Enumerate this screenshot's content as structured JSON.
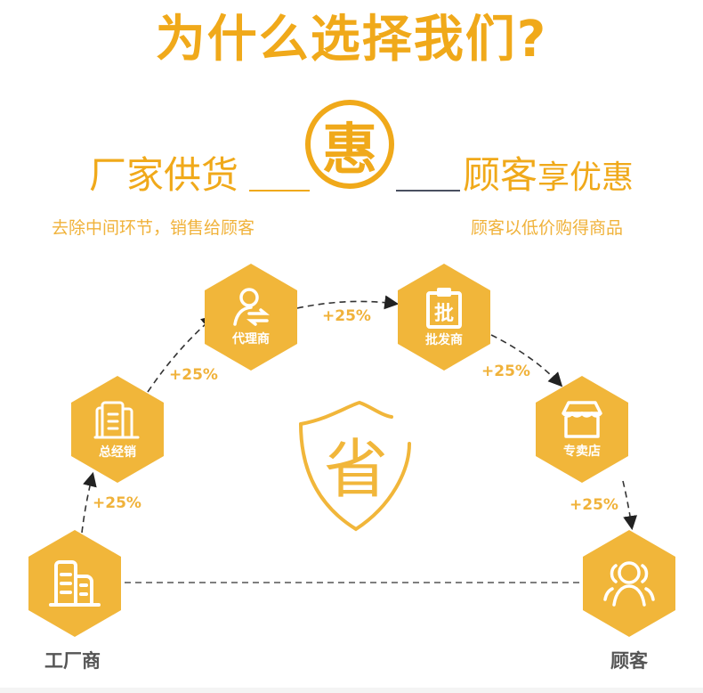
{
  "header": {
    "title": "为什么选择我们?"
  },
  "left_slogan": {
    "main": "厂家供货",
    "sub": "去除中间环节，销售给顾客"
  },
  "center_badge": {
    "char": "惠"
  },
  "right_slogan": {
    "main_a": "顾客",
    "main_b": "享优惠",
    "sub": "顾客以低价购得商品"
  },
  "center_icon": {
    "char": "省"
  },
  "nodes": [
    {
      "label": "工厂商",
      "icon": "factory-building-icon"
    },
    {
      "label": "总经销",
      "icon": "office-building-icon"
    },
    {
      "label": "代理商",
      "icon": "agent-person-exchange-icon"
    },
    {
      "label": "批发商",
      "icon": "wholesale-clipboard-icon"
    },
    {
      "label": "专卖店",
      "icon": "store-awning-icon"
    },
    {
      "label": "顾客",
      "icon": "customers-group-icon"
    }
  ],
  "markups": [
    "+25%",
    "+25%",
    "+25%",
    "+25%",
    "+25%"
  ],
  "colors": {
    "accent": "#f0a91a",
    "hex_fill": "#f1b63a",
    "dark_line": "#4a5060",
    "end_label": "#555555"
  }
}
